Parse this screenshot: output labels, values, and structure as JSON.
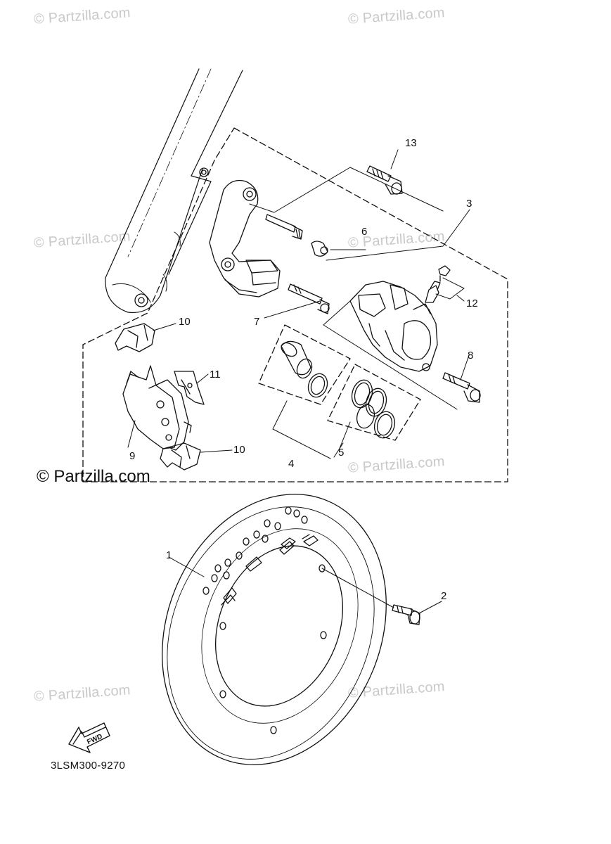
{
  "watermarks": {
    "text": "© Partzilla.com",
    "main": "© Partzilla.com"
  },
  "callouts": {
    "c1": "1",
    "c2": "2",
    "c3": "3",
    "c4": "4",
    "c5": "5",
    "c6": "6",
    "c7": "7",
    "c8": "8",
    "c9": "9",
    "c10a": "10",
    "c10b": "10",
    "c11": "11",
    "c12": "12",
    "c13": "13"
  },
  "fwd_label": "FWD",
  "diagram_code": "3LSM300-9270",
  "colors": {
    "line": "#111111",
    "watermark": "#c9c9c9",
    "background": "#ffffff"
  }
}
